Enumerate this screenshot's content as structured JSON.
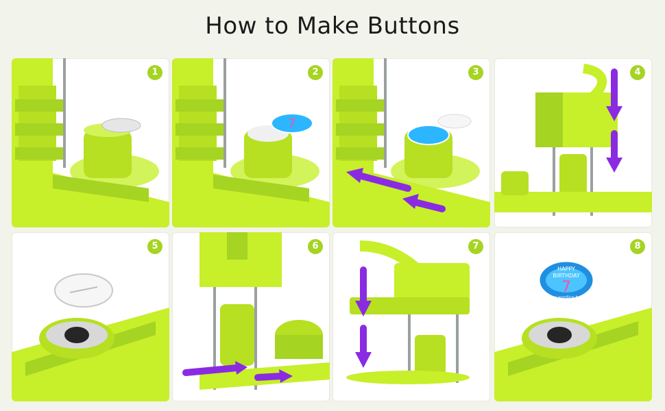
{
  "title": "How to Make Buttons",
  "colors": {
    "background": "#f2f3eb",
    "machine_green": "#c7ef2a",
    "machine_dark": "#93c11a",
    "arrow_purple": "#8a2be2",
    "badge_green": "#a5d422"
  },
  "steps": [
    {
      "number": "1",
      "icon": "button-press-with-shell-icon"
    },
    {
      "number": "2",
      "icon": "button-press-with-photo-icon"
    },
    {
      "number": "3",
      "icon": "button-press-sliding-icon"
    },
    {
      "number": "4",
      "icon": "press-handle-down-icon"
    },
    {
      "number": "5",
      "icon": "die-with-back-pin-icon"
    },
    {
      "number": "6",
      "icon": "slide-die-icon"
    },
    {
      "number": "7",
      "icon": "press-handle-down-icon"
    },
    {
      "number": "8",
      "icon": "finished-button-icon"
    }
  ],
  "finished_button": {
    "line1": "HAPPY",
    "line2": "BIRTHDAY",
    "number": "7",
    "footer": "Your wording here"
  }
}
